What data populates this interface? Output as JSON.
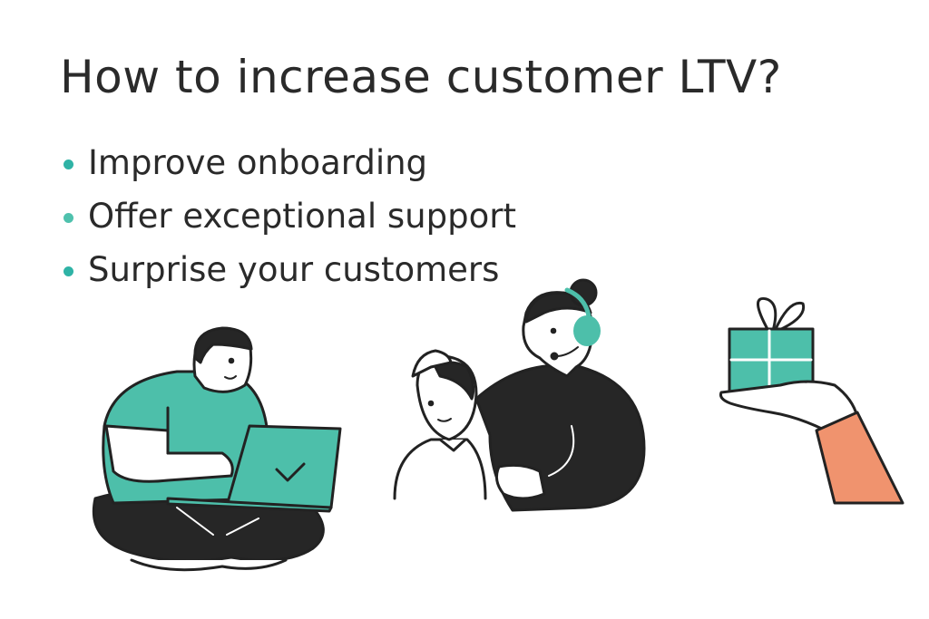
{
  "title": "How to increase customer LTV?",
  "bullets": [
    {
      "label": "Improve onboarding",
      "dot_color": "#2fb3a6"
    },
    {
      "label": "Offer exceptional support",
      "dot_color": "#4fc1ad"
    },
    {
      "label": "Surprise your customers",
      "dot_color": "#2fb3a6"
    }
  ],
  "illustrations": [
    {
      "name": "person-with-laptop",
      "icon": "laptop-checkmark-icon"
    },
    {
      "name": "support-agent-with-customer",
      "icon": "headset-icon"
    },
    {
      "name": "hand-offering-gift",
      "icon": "gift-icon"
    }
  ],
  "colors": {
    "accent_teal": "#4dbfaa",
    "dark": "#262626",
    "sleeve_orange": "#f0936e",
    "text": "#2a2a2a"
  }
}
